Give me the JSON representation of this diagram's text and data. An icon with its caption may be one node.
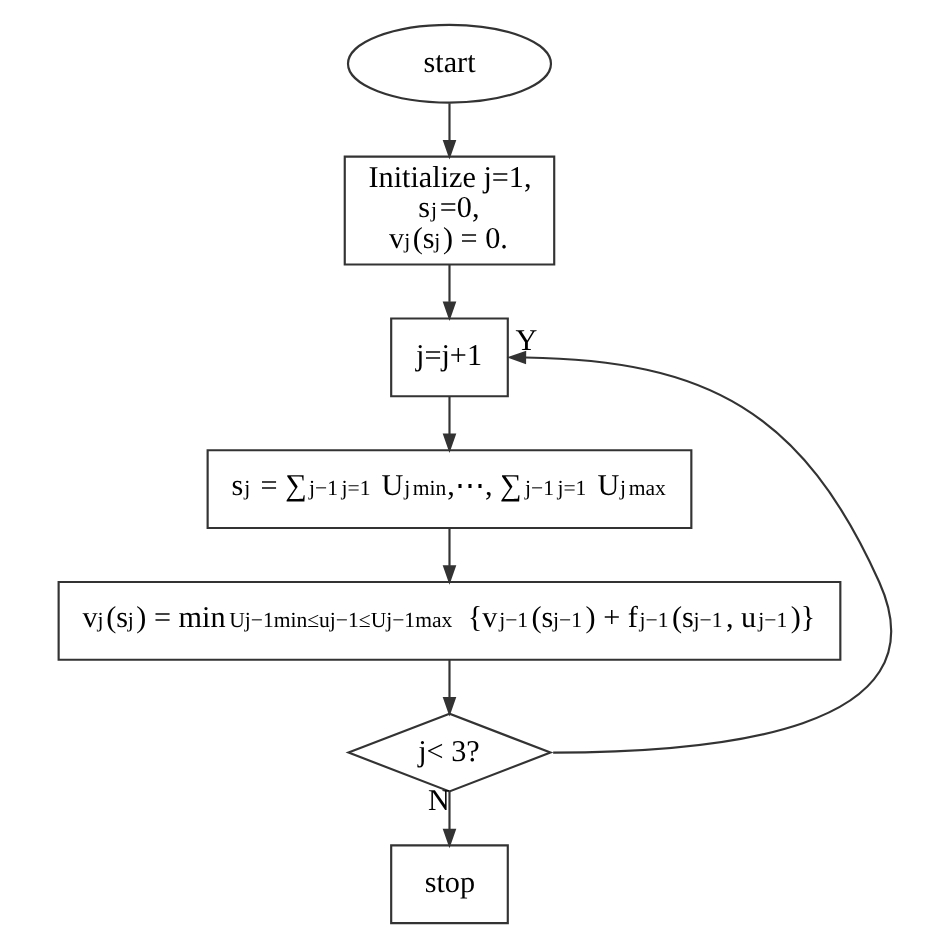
{
  "diagram": {
    "nodes": [
      {
        "text": [
          "start"
        ]
      },
      {
        "text": [
          "Initialize j=1,",
          "s$_{j}$=0,",
          "v$_{j}$(s$_{j}$) = 0."
        ]
      },
      {
        "text": [
          "j=j+1"
        ]
      },
      {
        "text": [
          "s$_{j}$ = ∑$^{j−1}$$_{j=1}$ U$_{j}$$^{min}$,⋯, ∑$^{j−1}$$_{j=1}$ U$_{j}$$^{max}$"
        ]
      },
      {
        "text": [
          "v$_{j}$(s$_{j}$) = min$_{Uj−1min≤uj−1≤Uj−1max}$ {v$_{j−1}$(s$_{j−1}$) + f$_{j−1}$(s$_{j−1}$, u$_{j−1}$)}"
        ]
      },
      {
        "text": [
          "j< 3?"
        ]
      },
      {
        "text": [
          "stop"
        ]
      }
    ],
    "edges": [
      {
        "from": 0,
        "to": 1,
        "arrow": "to"
      },
      {
        "from": 1,
        "to": 2,
        "arrow": "to"
      },
      {
        "from": 2,
        "to": 3,
        "arrow": "to"
      },
      {
        "from": 3,
        "to": 4,
        "arrow": "to"
      },
      {
        "from": 4,
        "to": 5,
        "arrow": "to"
      },
      {
        "from": 5,
        "to": 2,
        "label": "Y",
        "arrow": "to"
      },
      {
        "from": 5,
        "to": 6,
        "label": "N",
        "arrow": "to"
      }
    ]
  }
}
